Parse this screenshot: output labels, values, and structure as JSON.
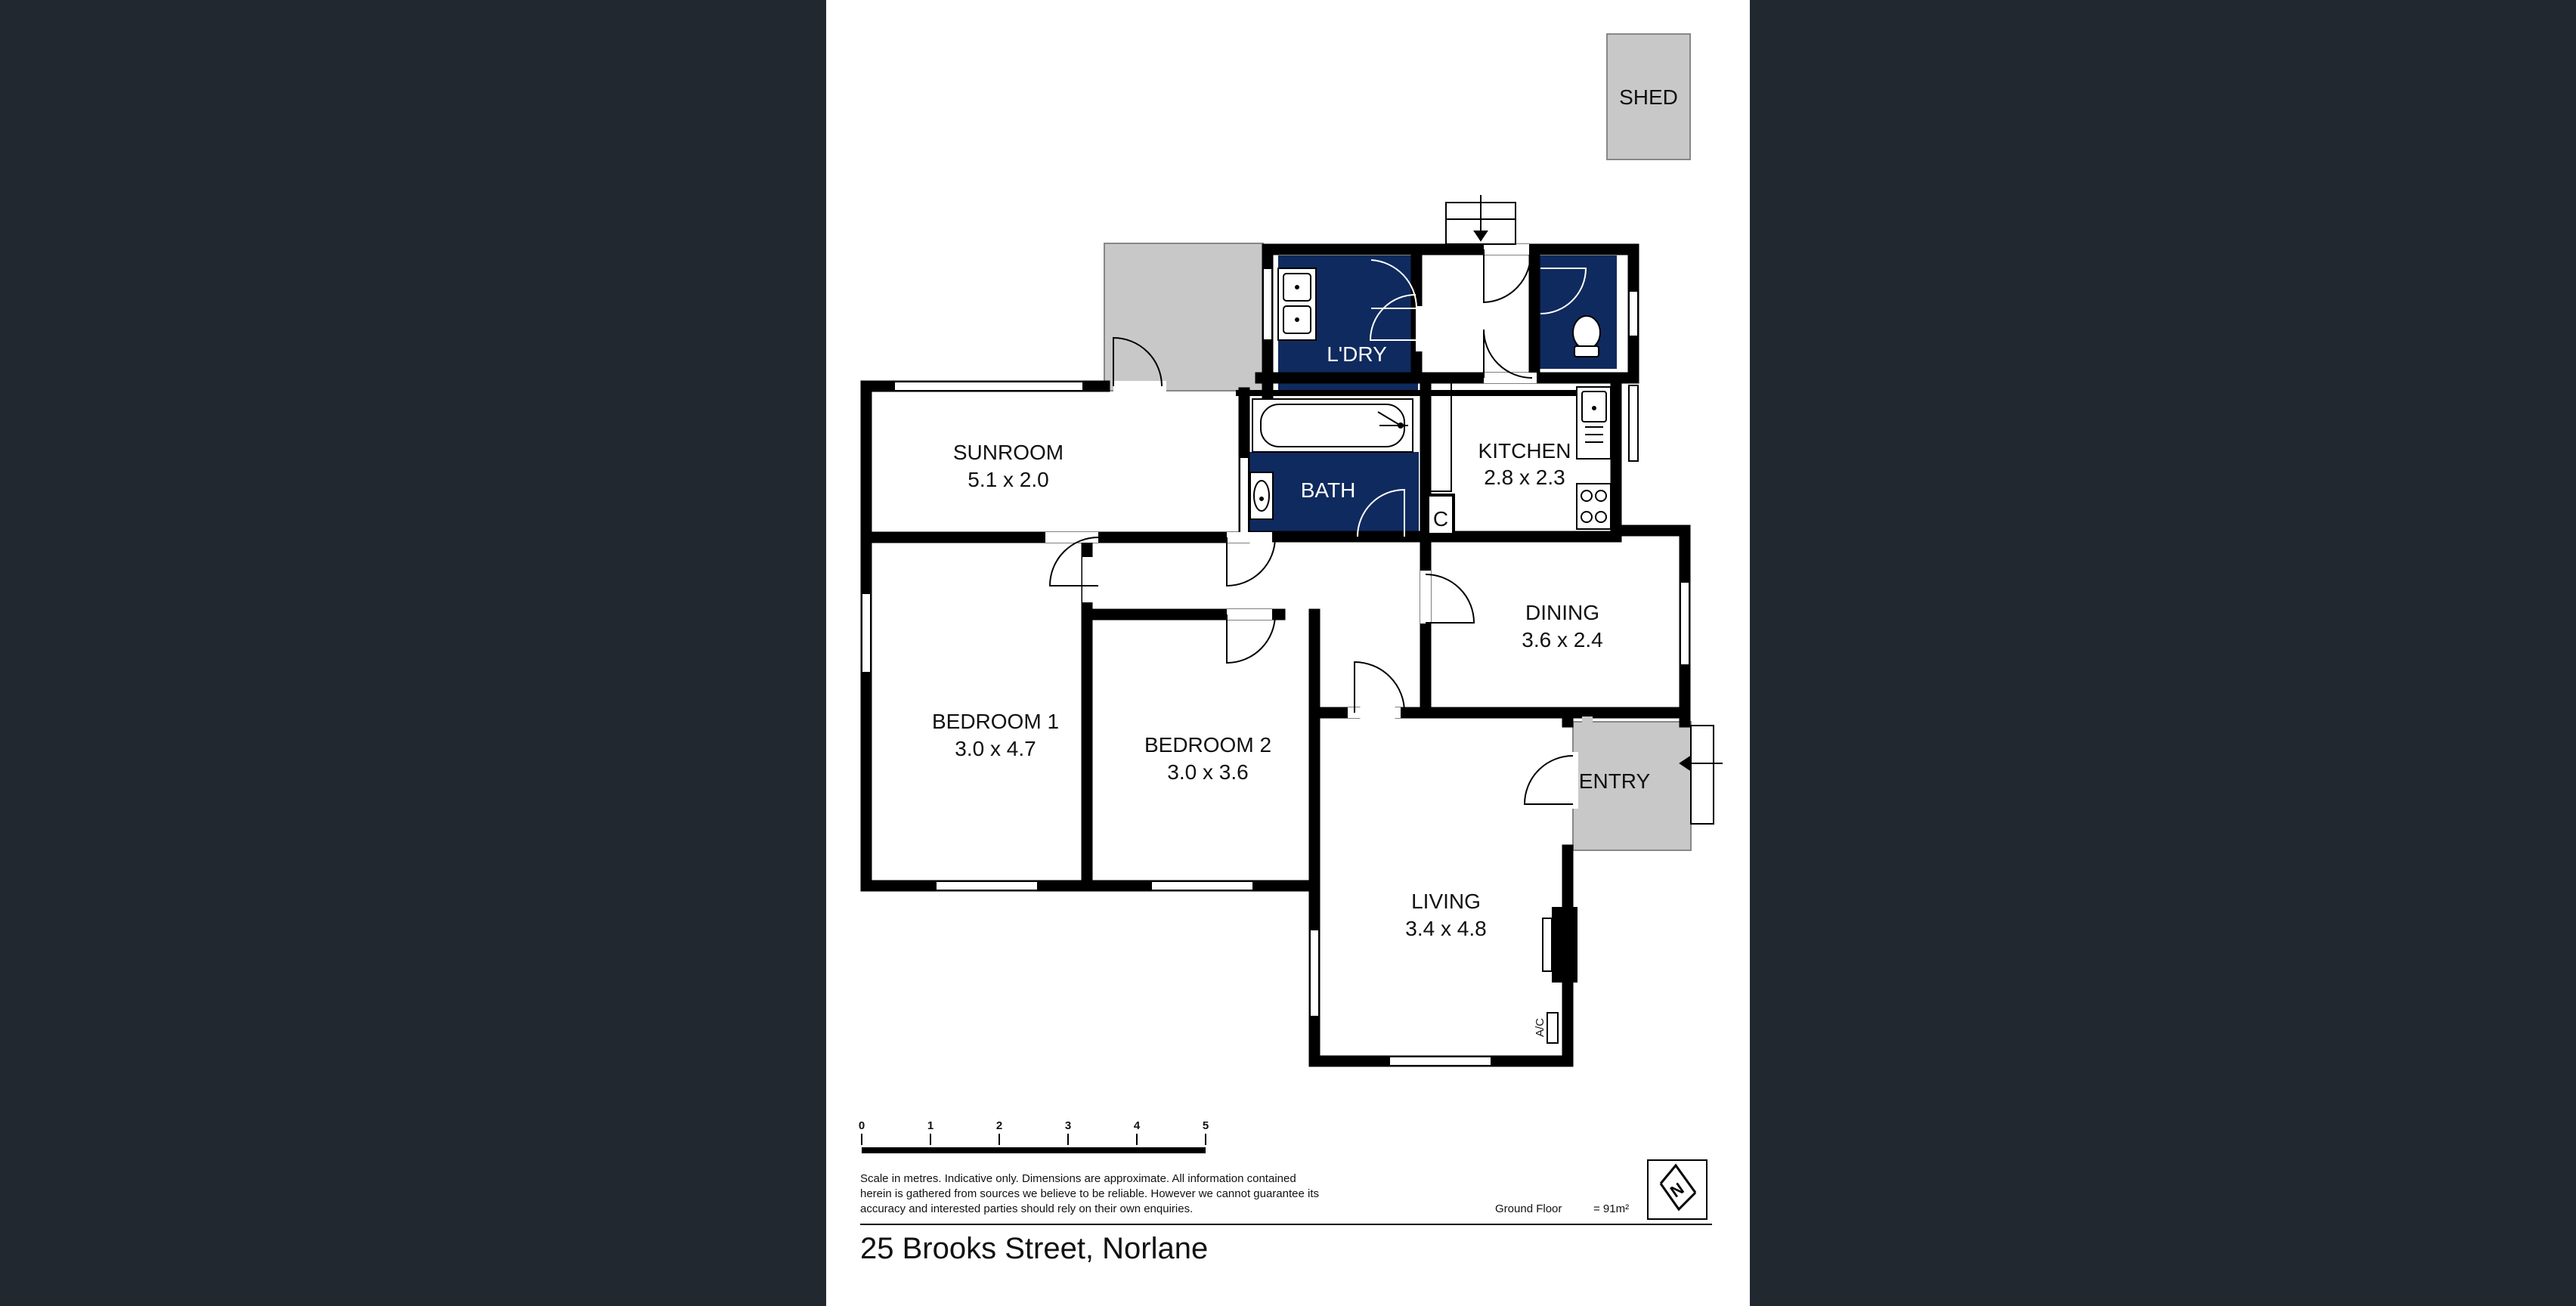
{
  "title": "25 Brooks Street, Norlane",
  "level_name": "Ground Floor",
  "area": "= 91m²",
  "disclaimer": [
    "Scale in metres. Indicative only. Dimensions are approximate. All information contained",
    "herein is gathered from sources we believe to be reliable. However we cannot guarantee its",
    "accuracy and interested parties should rely on their own enquiries."
  ],
  "scale_ticks": [
    "0",
    "1",
    "2",
    "3",
    "4",
    "5"
  ],
  "compass_label": "N",
  "rooms": {
    "shed": {
      "name": "SHED"
    },
    "laundry": {
      "name": "L'DRY"
    },
    "bath": {
      "name": "BATH"
    },
    "kitchen": {
      "name": "KITCHEN",
      "size": "2.8 x 2.3"
    },
    "cupboard": {
      "name": "C"
    },
    "sunroom": {
      "name": "SUNROOM",
      "size": "5.1 x 2.0"
    },
    "dining": {
      "name": "DINING",
      "size": "3.6 x 2.4"
    },
    "bedroom1": {
      "name": "BEDROOM 1",
      "size": "3.0 x 4.7"
    },
    "bedroom2": {
      "name": "BEDROOM 2",
      "size": "3.0 x 3.6"
    },
    "entry": {
      "name": "ENTRY"
    },
    "living": {
      "name": "LIVING",
      "size": "3.4 x 4.8"
    }
  },
  "fixtures": {
    "aircon": "A/C"
  },
  "colors": {
    "background": "#212830",
    "wet_area": "#0f2a5e",
    "outdoor": "#c8c8c8",
    "wall": "#000000"
  }
}
